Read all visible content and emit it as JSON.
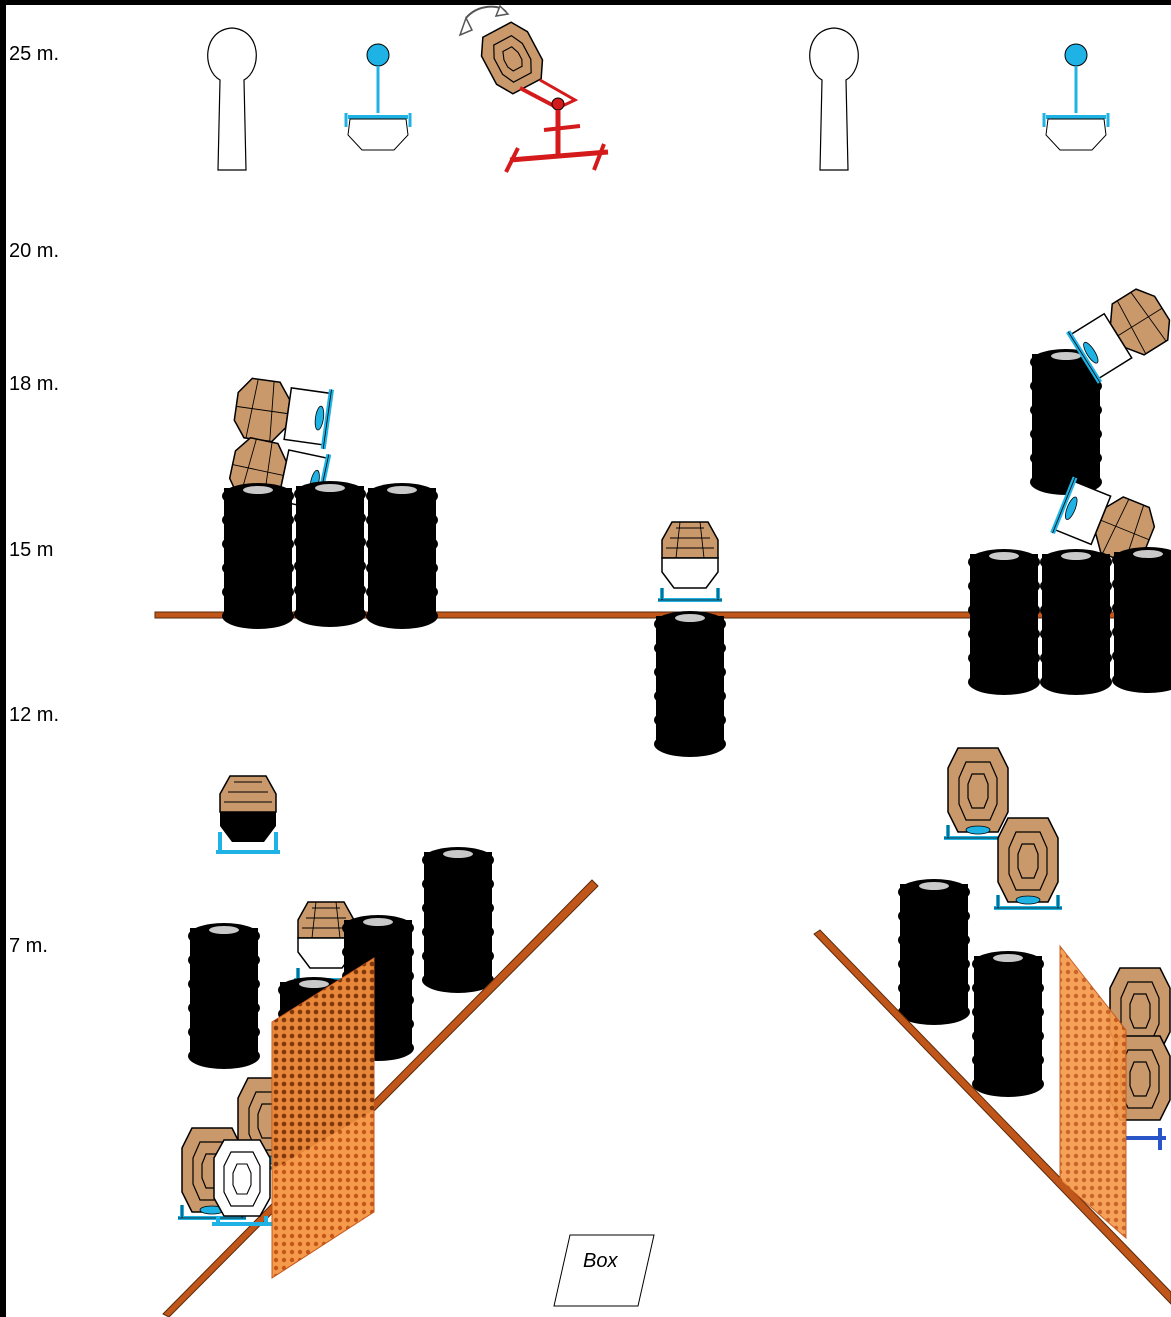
{
  "distance_labels": {
    "d25": "25 m.",
    "d20": "20 m.",
    "d18": "18 m.",
    "d15": "15 m",
    "d12": "12 m.",
    "d7": "7 m."
  },
  "box_label": "Box",
  "colors": {
    "cardboard": "#c9996b",
    "cardboard_inner": "#b8865a",
    "tire": "#000000",
    "tire_hub": "#c9c9c9",
    "fault_line": "#c0561a",
    "stand_blue": "#1fb3e5",
    "popper_red": "#d41a1a",
    "mesh_orange": "#f59a4a",
    "mesh_hole": "#8a3f10"
  },
  "icons": [
    "rotate-arrow-icon"
  ]
}
